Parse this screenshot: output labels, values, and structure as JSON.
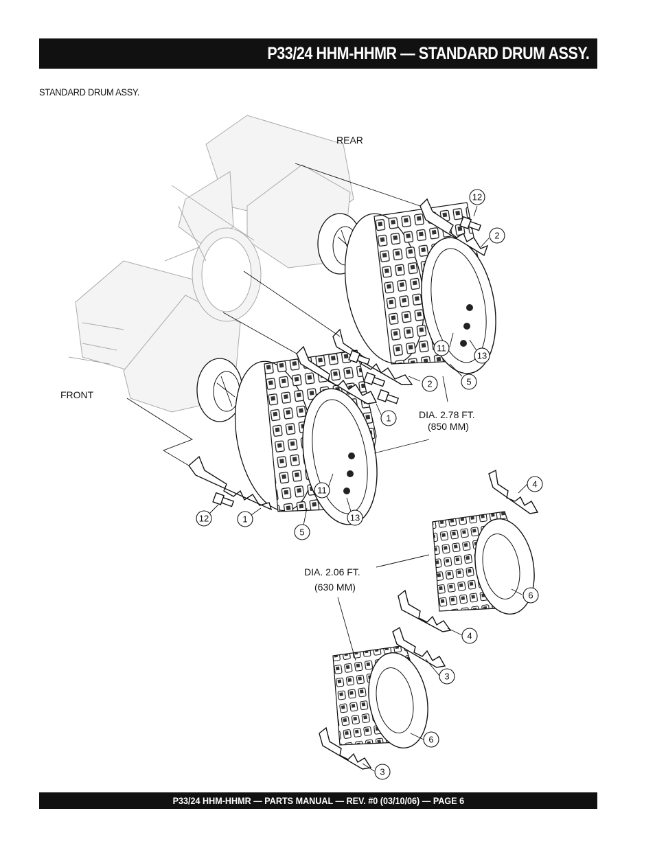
{
  "header": {
    "title": "P33/24 HHM-HHMR — STANDARD DRUM ASSY."
  },
  "section": {
    "label": "STANDARD DRUM ASSY."
  },
  "diagram": {
    "labels": {
      "rear": "REAR",
      "front": "FRONT",
      "dia_large_1": "DIA. 2.78 FT.",
      "dia_large_2": "(850 MM)",
      "dia_small_1": "DIA. 2.06 FT.",
      "dia_small_2": "(630 MM)"
    },
    "callouts": [
      {
        "num": "12"
      },
      {
        "num": "2"
      },
      {
        "num": "11"
      },
      {
        "num": "13"
      },
      {
        "num": "2"
      },
      {
        "num": "5"
      },
      {
        "num": "1"
      },
      {
        "num": "11"
      },
      {
        "num": "13"
      },
      {
        "num": "12"
      },
      {
        "num": "1"
      },
      {
        "num": "5"
      },
      {
        "num": "4"
      },
      {
        "num": "6"
      },
      {
        "num": "4"
      },
      {
        "num": "3"
      },
      {
        "num": "6"
      },
      {
        "num": "3"
      }
    ]
  },
  "footer": {
    "text": "P33/24 HHM-HHMR — PARTS MANUAL — REV. #0 (03/10/06) — PAGE 6"
  }
}
